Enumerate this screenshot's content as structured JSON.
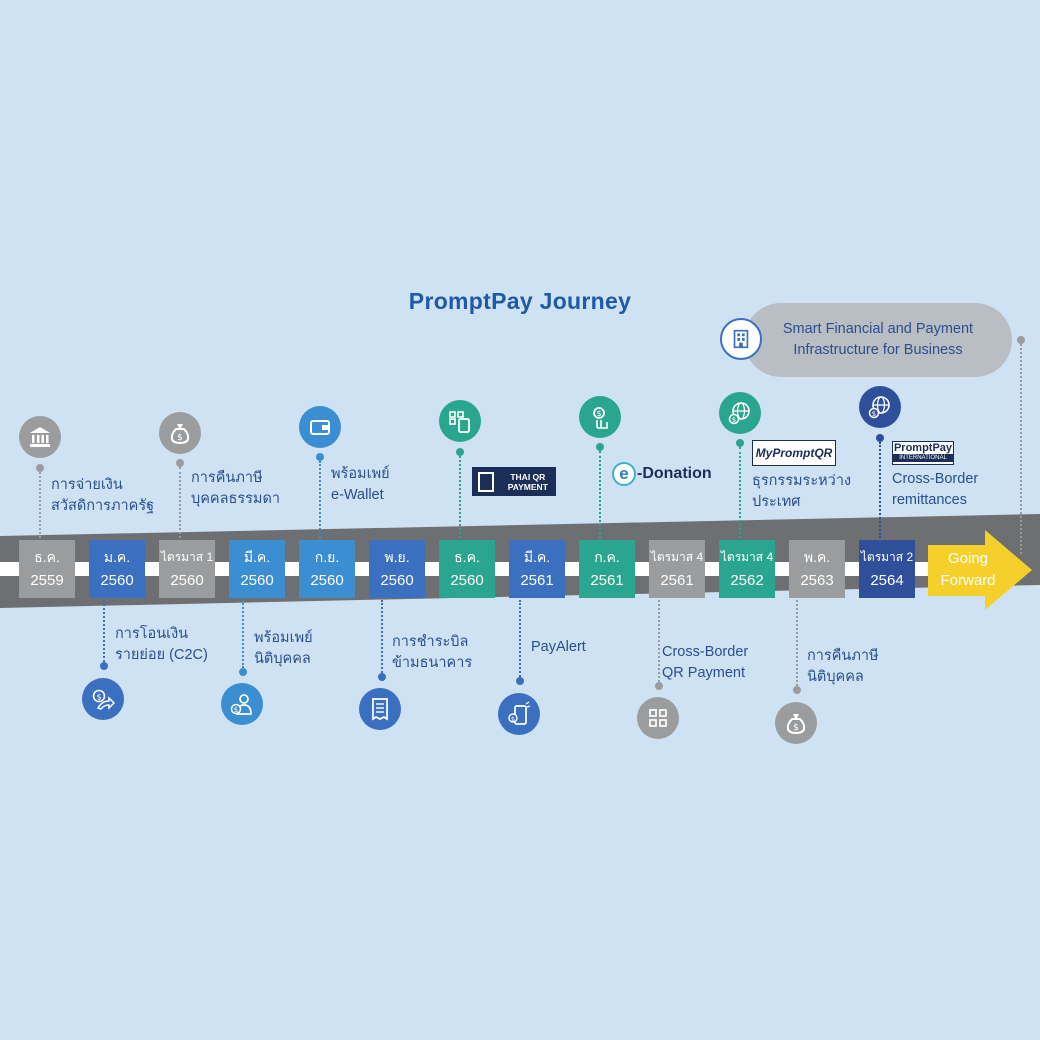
{
  "title": "PromptPay Journey",
  "colors": {
    "background": "#cfe2f3",
    "band": "#6e6f72",
    "arrow": "#f5d02a",
    "gray": "#9a9c9e",
    "blue": "#3b6fbf",
    "sky": "#3a8ed1",
    "teal": "#2aa58f",
    "text": "#2a4e8e"
  },
  "milestones": [
    {
      "month": "ธ.ค.",
      "year": "2559"
    },
    {
      "month": "ม.ค.",
      "year": "2560"
    },
    {
      "month": "ไตรมาส 1",
      "year": "2560"
    },
    {
      "month": "มี.ค.",
      "year": "2560"
    },
    {
      "month": "ก.ย.",
      "year": "2560"
    },
    {
      "month": "พ.ย.",
      "year": "2560"
    },
    {
      "month": "ธ.ค.",
      "year": "2560"
    },
    {
      "month": "มี.ค.",
      "year": "2561"
    },
    {
      "month": "ก.ค.",
      "year": "2561"
    },
    {
      "month": "ไตรมาส 4",
      "year": "2561"
    },
    {
      "month": "ไตรมาส 4",
      "year": "2562"
    },
    {
      "month": "พ.ค.",
      "year": "2563"
    },
    {
      "month": "ไตรมาส 2",
      "year": "2564"
    }
  ],
  "going_forward": {
    "line1": "Going",
    "line2": "Forward"
  },
  "above_labels": [
    {
      "line1": "การจ่ายเงิน",
      "line2": "สวัสดิการภาครัฐ",
      "icon": "government-building-icon"
    },
    {
      "line1": "การคืนภาษี",
      "line2": "บุคคลธรรมดา",
      "icon": "money-bag-icon"
    },
    {
      "line1": "พร้อมเพย์",
      "line2": "e-Wallet",
      "icon": "wallet-icon"
    },
    {
      "logo": "THAI QR PAYMENT",
      "icon": "qr-phone-icon"
    },
    {
      "logo": "Donation",
      "logo_e": "e",
      "icon": "donation-hand-icon"
    },
    {
      "line1": "ธุรกรรมระหว่าง",
      "line2": "ประเทศ",
      "logo": "MyPromptQR",
      "icon": "globe-dollar-icon"
    },
    {
      "line1": "Cross-Border",
      "line2": "remittances",
      "logo_top": "PromptPay",
      "logo_bottom": "INTERNATIONAL",
      "icon": "globe-dollar-icon"
    }
  ],
  "below_labels": [
    {
      "line1": "การโอนเงิน",
      "line2": "รายย่อย (C2C)",
      "icon": "money-transfer-icon"
    },
    {
      "line1": "พร้อมเพย์",
      "line2": "นิติบุคคล",
      "icon": "business-person-icon"
    },
    {
      "line1": "การชำระบิล",
      "line2": "ข้ามธนาคาร",
      "icon": "bill-receipt-icon"
    },
    {
      "line1": "PayAlert",
      "line2": "",
      "icon": "mobile-alert-icon"
    },
    {
      "line1": "Cross-Border",
      "line2": "QR Payment",
      "icon": "qr-code-icon"
    },
    {
      "line1": "การคืนภาษี",
      "line2": "นิติบุคคล",
      "icon": "money-bag-icon"
    }
  ],
  "future": {
    "line1": "Smart Financial and Payment",
    "line2": "Infrastructure for Business",
    "icon": "office-building-icon"
  }
}
